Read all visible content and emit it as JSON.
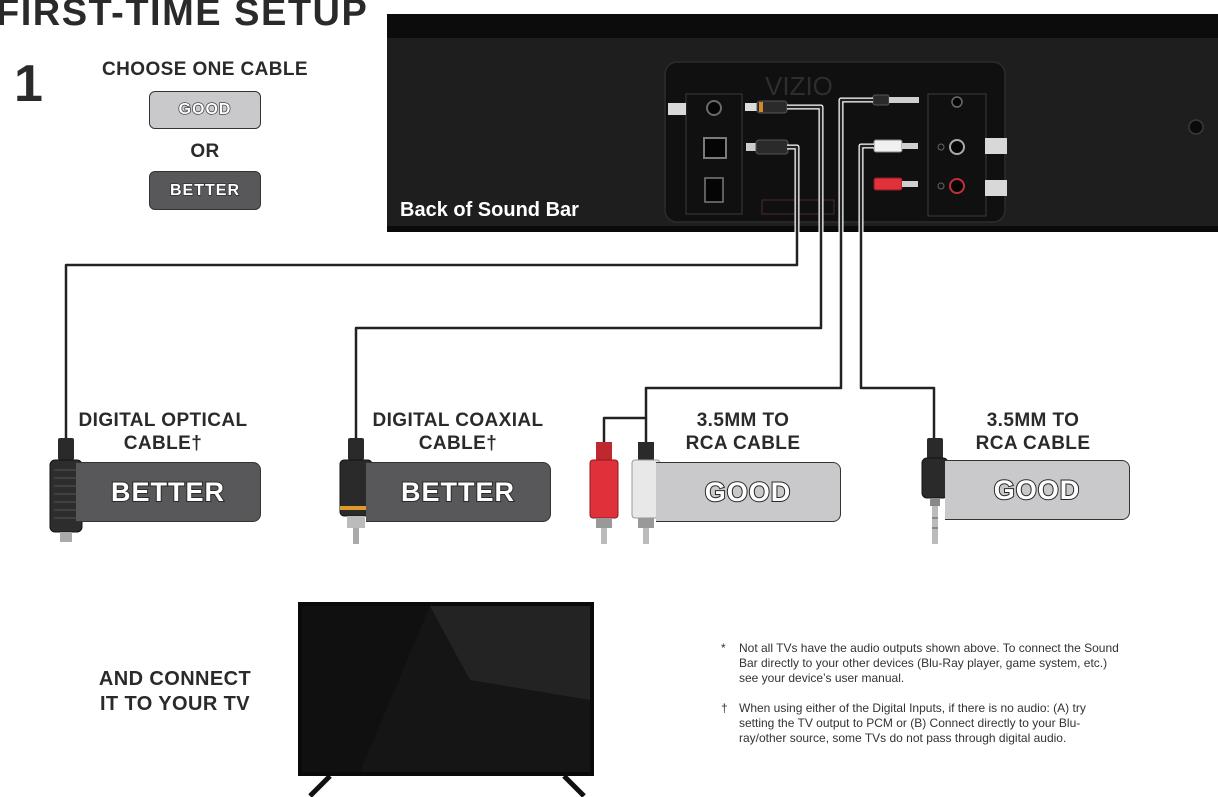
{
  "header": {
    "title": "FIRST-TIME SETUP",
    "step_number": "1"
  },
  "choose": {
    "heading": "CHOOSE ONE CABLE",
    "good": "GOOD",
    "or": "OR",
    "better": "BETTER"
  },
  "soundbar": {
    "label": "Back of Sound Bar",
    "brand": "VIZIO"
  },
  "cables": [
    {
      "name_line1": "DIGITAL OPTICAL",
      "name_line2": "CABLE†",
      "rating": "BETTER"
    },
    {
      "name_line1": "DIGITAL COAXIAL",
      "name_line2": "CABLE†",
      "rating": "BETTER"
    },
    {
      "name_line1": "3.5MM TO",
      "name_line2": "RCA CABLE",
      "rating": "GOOD"
    },
    {
      "name_line1": "3.5MM TO",
      "name_line2": "RCA CABLE",
      "rating": "GOOD"
    }
  ],
  "tv": {
    "line1": "AND CONNECT",
    "line2": "IT TO YOUR TV"
  },
  "notes": [
    {
      "symbol": "*",
      "text": "Not all TVs have the audio outputs shown above. To connect the Sound Bar directly to your other devices (Blu-Ray player, game system, etc.) see your device’s user manual."
    },
    {
      "symbol": "†",
      "text": "When using either of the Digital Inputs, if there is no audio: (A) try setting the TV output to PCM or (B) Connect directly to your Blu-ray/other source, some TVs do not pass through digital audio."
    }
  ],
  "colors": {
    "good": "#c9c9cb",
    "better": "#58585a",
    "rca_red": "#e0303a",
    "rca_white": "#e8e8e8",
    "soundbar": "#1c1c1c"
  }
}
